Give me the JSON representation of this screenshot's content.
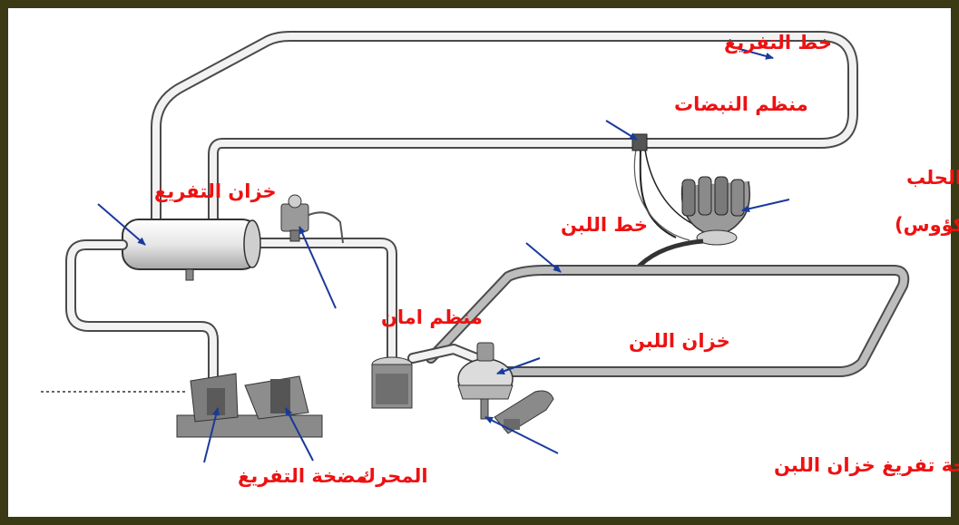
{
  "colors": {
    "border": "#3a3a14",
    "label": "#ee1111",
    "arrow": "#1a3a9a"
  },
  "labels": {
    "vacuum_line": "خط التفريغ",
    "pulsator": "منظم النبضات",
    "milking_unit_1": "وحدة الحلب",
    "milking_unit_2": "(الكؤوس)",
    "vacuum_tank": "خزان التفريغ",
    "milk_line": "خط اللبن",
    "safety_regulator": "منظم امان",
    "milk_tank": "خزان اللبن",
    "milk_tank_drain": "فتحة تفريغ  خزان اللبن",
    "vacuum_pump": "مضخة التفريغ",
    "motor": "المحرك"
  }
}
